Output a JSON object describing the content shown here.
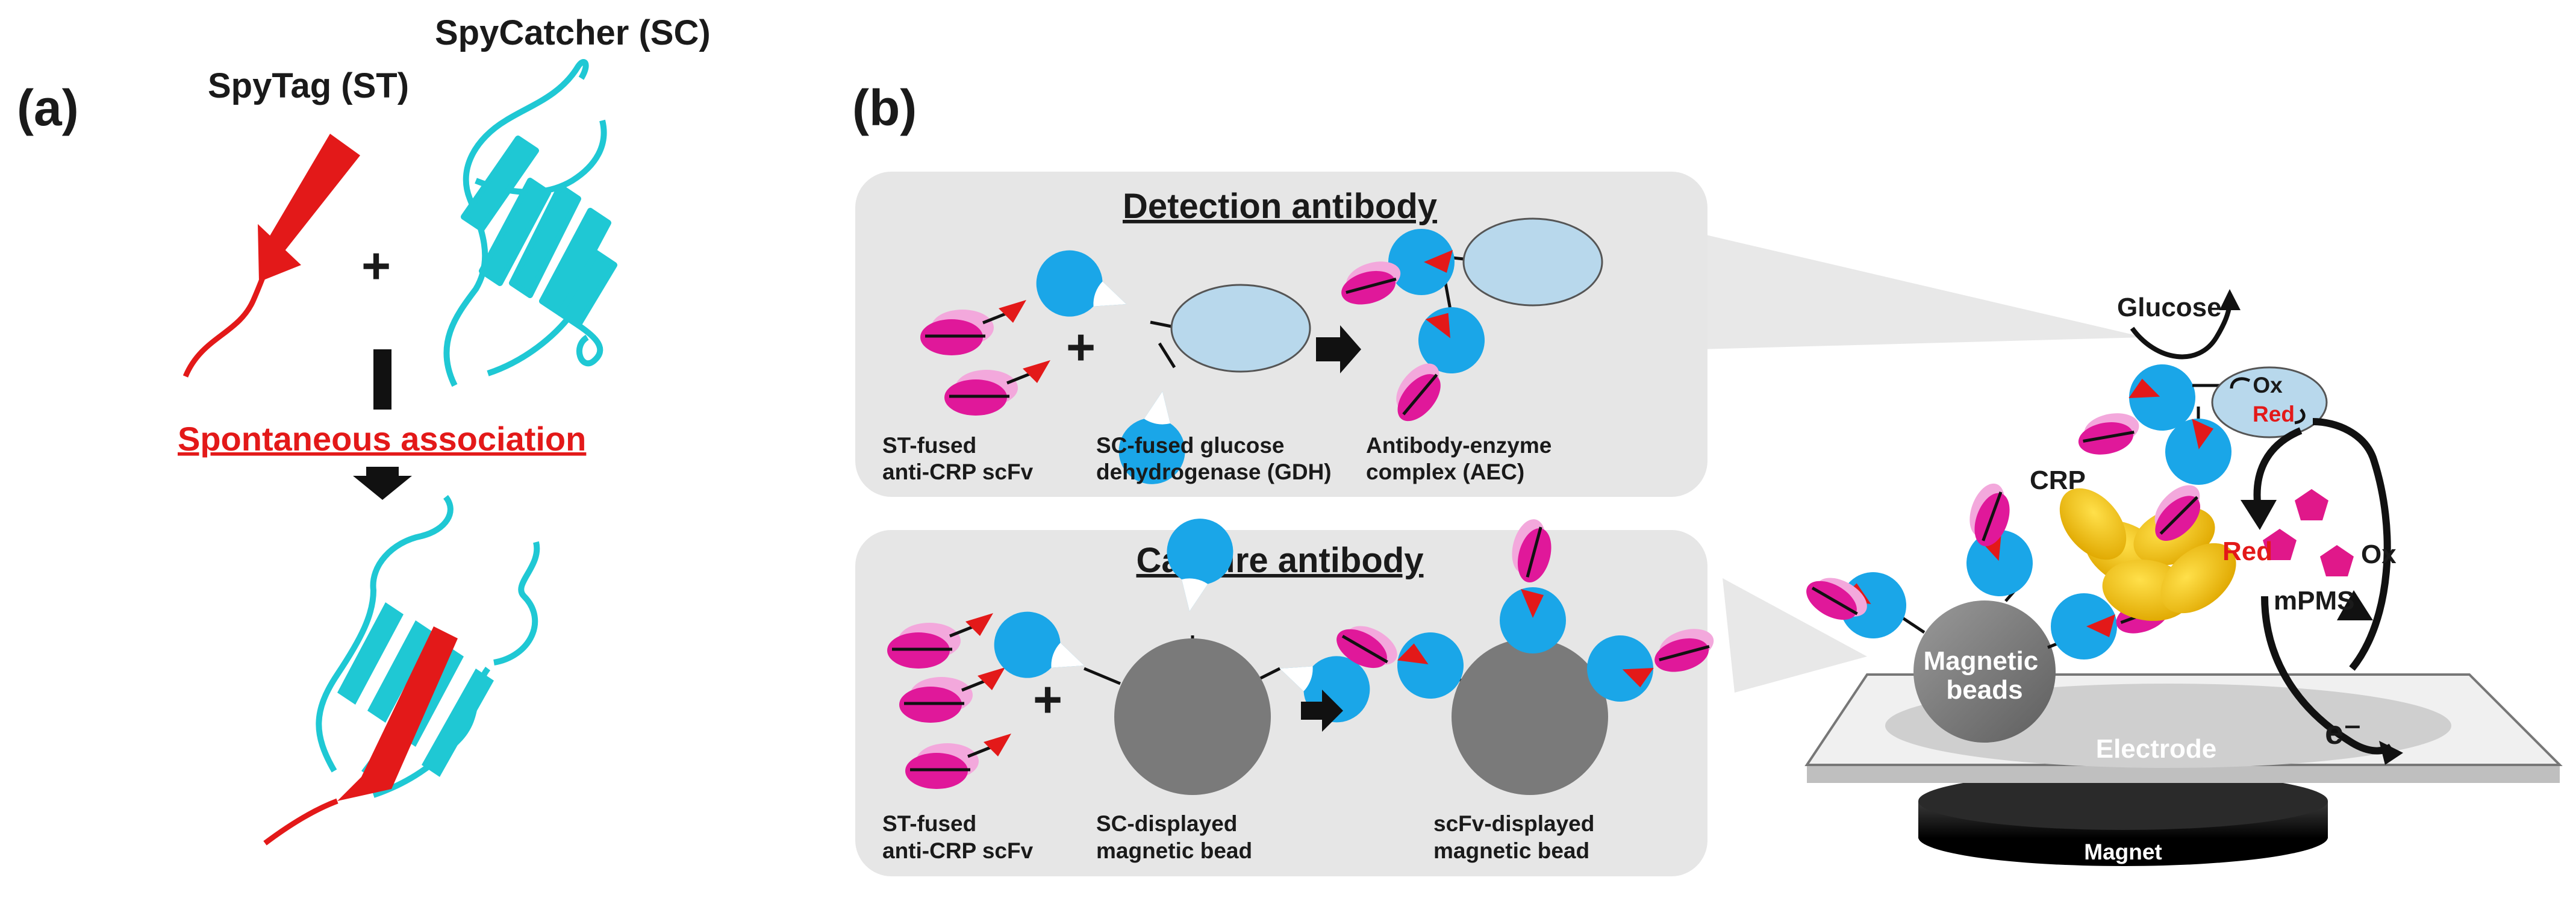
{
  "panel_a": {
    "letter": "(a)",
    "spytag_label": "SpyTag (ST)",
    "spycatcher_label": "SpyCatcher (SC)",
    "plus": "+",
    "association_label": "Spontaneous association"
  },
  "panel_b": {
    "letter": "(b)",
    "detection": {
      "title": "Detection antibody",
      "plus": "+",
      "labels": [
        [
          "ST-fused",
          "anti-CRP scFv"
        ],
        [
          "SC-fused glucose",
          "dehydrogenase (GDH)"
        ],
        [
          "Antibody-enzyme",
          "complex (AEC)"
        ]
      ]
    },
    "capture": {
      "title": "Capture antibody",
      "plus": "+",
      "labels": [
        [
          "ST-fused",
          "anti-CRP scFv"
        ],
        [
          "SC-displayed",
          "magnetic bead"
        ],
        [
          "scFv-displayed",
          "magnetic bead"
        ]
      ]
    },
    "sensor": {
      "glucose": "Glucose",
      "ox": "Ox",
      "red": "Red",
      "crp": "CRP",
      "mpms": "mPMS",
      "electron": "e⁻",
      "beads": [
        "Magnetic",
        "beads"
      ],
      "electrode": "Electrode",
      "magnet": "Magnet"
    }
  },
  "colors": {
    "spytag_red": "#e31919",
    "spycatcher_cyan": "#1fc8d4",
    "catcher_blue": "#1aa6e8",
    "scfv_magenta": "#e0189a",
    "scfv_pink": "#f3a8dc",
    "gdh_blue": "#b8d8ec",
    "crp_yellow": "#f2c40c",
    "mpms_magenta": "#e0188a",
    "bead_gray": "#7a7a7a",
    "panel_bg": "#e6e6e6"
  }
}
